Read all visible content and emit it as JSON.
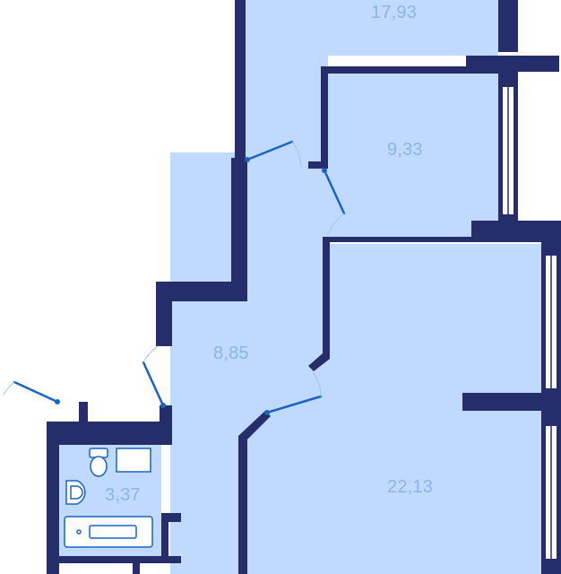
{
  "plan": {
    "colors": {
      "floor": "#c0daff",
      "wall": "#252d6b",
      "door": "#1a63c4",
      "label": "#8ab4ea",
      "fixture_stroke": "#1a63c4",
      "window": "#ffffff"
    },
    "rooms": [
      {
        "id": "room-upper",
        "area": "17,93"
      },
      {
        "id": "room-bedroom",
        "area": "9,33"
      },
      {
        "id": "room-hallway",
        "area": "8,85"
      },
      {
        "id": "room-bathroom",
        "area": "3,37"
      },
      {
        "id": "room-living",
        "area": "22,13"
      }
    ],
    "fixtures": [
      "toilet-icon",
      "sink-icon",
      "bathtub-icon",
      "washing-machine-icon"
    ]
  }
}
